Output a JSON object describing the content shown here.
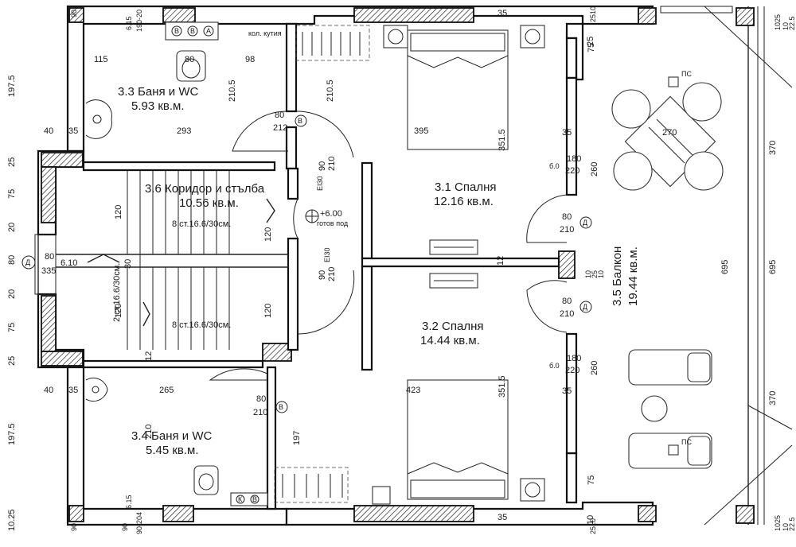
{
  "rooms": [
    {
      "name": "3.3 Баня и WC",
      "area": "5.93 кв.м."
    },
    {
      "name": "3.6 Коридор и стълба",
      "area": "10.56 кв.м."
    },
    {
      "name": "3.1 Спалня",
      "area": "12.16 кв.м."
    },
    {
      "name": "3.2 Спалня",
      "area": "14.44 кв.м."
    },
    {
      "name": "3.4 Баня и WC",
      "area": "5.45 кв.м."
    },
    {
      "name": "3.5 Балкон",
      "area": "19.44 кв.м."
    }
  ],
  "stairs": {
    "upper": "8 ст.16.6/30см.",
    "lower": "8 ст.16.6/30см.",
    "landing": "2 ст.16.6/30см.",
    "tread_a": "120",
    "tread_b": "120",
    "tread_c": "120",
    "tread_d": "120",
    "width_30": "30"
  },
  "level": {
    "value": "+6.00",
    "note": "готов под"
  },
  "boiler_label": "кол. кутия",
  "doors": [
    {
      "tag": "В",
      "width": "80",
      "height": "212"
    },
    {
      "tag": "Д",
      "width": "80",
      "height": "210"
    },
    {
      "tag": "Д",
      "width": "80",
      "height": "210"
    },
    {
      "tag": "В",
      "width": "80",
      "height": "210"
    },
    {
      "tag": "Д",
      "width": "80",
      "height": "335"
    }
  ],
  "fire_doors": [
    {
      "rating": "EI30",
      "width": "90",
      "height": "210"
    },
    {
      "rating": "EI30",
      "width": "90",
      "height": "210"
    }
  ],
  "door_width_label": "6.10",
  "windows": [
    {
      "width": "180",
      "height": "220",
      "sill": "260",
      "mark": "б.0"
    },
    {
      "width": "180",
      "height": "220",
      "sill": "260",
      "mark": "б.0"
    }
  ],
  "outlets": [
    "ПС",
    "ПС"
  ],
  "dimensions": {
    "top_row": [
      "6.15",
      "190-20",
      "35",
      "2510",
      "25"
    ],
    "bottom_row": [
      "6.15",
      "90",
      "90-204",
      "35",
      "2510",
      "10"
    ],
    "left_col": [
      "197.5",
      "25",
      "75",
      "20",
      "80",
      "20",
      "75",
      "25",
      "197.5",
      "10.25"
    ],
    "left_inner": [
      "40",
      "35",
      "40",
      "35"
    ],
    "bath_upper": [
      "115",
      "80",
      "98",
      "293",
      "210.5",
      "210.5"
    ],
    "bath_lower": [
      "265",
      "210",
      "197"
    ],
    "bedroom1": [
      "395",
      "351.5",
      "35",
      "75"
    ],
    "bedroom2": [
      "423",
      "351.5",
      "35",
      "75"
    ],
    "middle": [
      "12",
      "12"
    ],
    "balcony": [
      "270",
      "695",
      "695",
      "370",
      "370"
    ],
    "right_edge": [
      "1025",
      "10",
      "22.5",
      "1025",
      "10",
      "22.5"
    ],
    "small_marks": [
      "90",
      "90",
      "10",
      "25",
      "10"
    ]
  },
  "fixtures": {
    "upper_boiler_icons": [
      "В",
      "В",
      "А"
    ],
    "lower_boiler_icons": [
      "К",
      "В"
    ]
  }
}
